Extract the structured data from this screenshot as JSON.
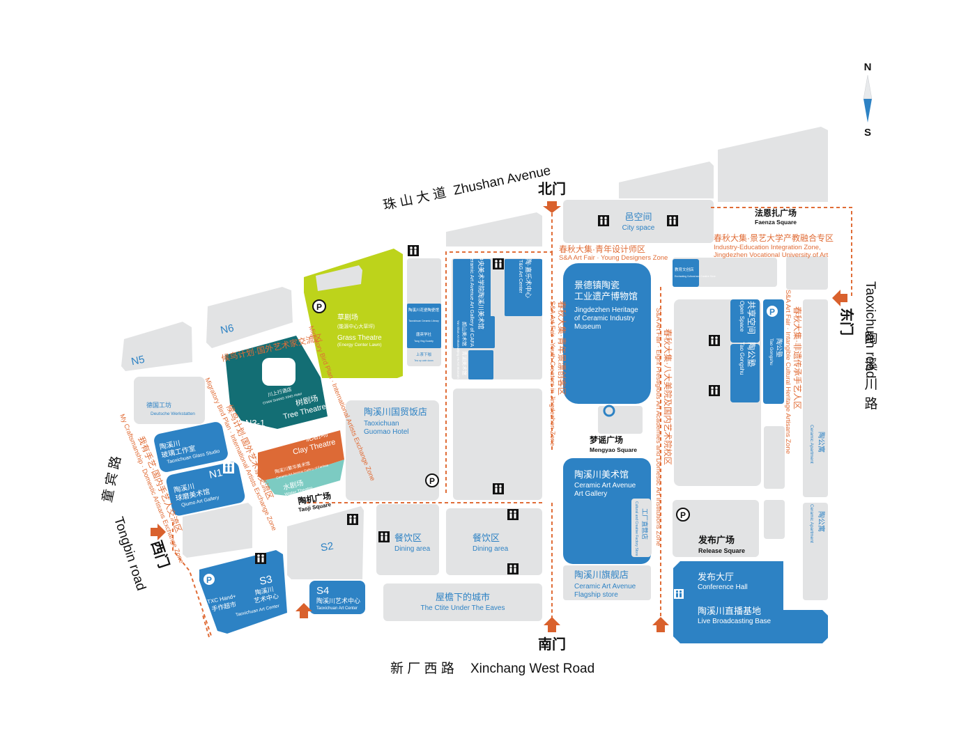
{
  "compass": {
    "north": "N",
    "south": "S"
  },
  "roads": {
    "north_cn": "珠 山 大 道",
    "north_en": "Zhushan Avenue",
    "west_cn": "童 宾 路",
    "west_en": "Tongbin road",
    "east_cn": "陶 溪 川 路",
    "east_en": "Taoxichuan road",
    "south_cn": "新 厂 西 路",
    "south_en": "Xinchang West Road"
  },
  "gates": {
    "north": "北门",
    "south": "南门",
    "east": "东门",
    "west": "西门"
  },
  "zones": {
    "young_cn": "春秋大集·青年设计师区",
    "young_en": "S&A Art Fair · Young Designers Zone",
    "youth_cn": "春秋大集·青年景漂创客区",
    "youth_en": "S&A Art Fair · Youth Creators in Jingdezhen Zone",
    "eight_cn": "春秋大集·八大美院及国内艺术院校区",
    "eight_en": "S&A Art Fair · Eight Prestigious Art Academies and Domestic Art Institutions Zone",
    "heritage_cn": "春秋大集·非遗传承手艺人区",
    "heritage_en": "S&A Art Fair · Intangible Cultural Heritage Artisans Zone",
    "industry_cn": "春秋大集·景艺大学产教融合专区",
    "industry_en1": "Industry-Education Integration Zone,",
    "industry_en2": "Jingdezhen Vocational University of Art",
    "bird1_cn": "候鸟计划·国外艺术家交流区",
    "bird1_en": "Migratory Bird Plan · International Artists Exchange Zone",
    "bird2_cn": "候鸟计划·国外艺术家交流区",
    "bird2_en": "Migratory Bird Plan · International Artists Exchange Zone",
    "craft_cn": "我有手艺·国内手艺人交流区",
    "craft_en": "My Craftsmanship · Domestic Artisans Exchange Zone"
  },
  "blocks": {
    "N5": "N5",
    "N6": "N6",
    "N3_1": "N3-1",
    "N1": "N1",
    "S2": "S2",
    "S3": "S3",
    "S4": "S4"
  },
  "venues": {
    "city_space_cn": "邑空间",
    "city_space_en": "City space",
    "faenza_cn": "法恩扎广场",
    "faenza_en": "Faenza Square",
    "museum_cn1": "景德镇陶瓷",
    "museum_cn2": "工业遗产博物馆",
    "museum_en1": "Jingdezhen Heritage",
    "museum_en2": "of Ceramic Industry",
    "museum_en3": "Museum",
    "mengyao_cn": "梦谣广场",
    "mengyao_en": "Mengyao Square",
    "gallery_cn": "陶溪川美术馆",
    "gallery_en1": "Ceramic Art Avenue",
    "gallery_en2": "Art Gallery",
    "flagship_cn": "陶溪川旗舰店",
    "flagship_en1": "Ceramic Art Avenue",
    "flagship_en2": "Flagship store",
    "cultural_shop_cn": "工厂直营店",
    "cultural_shop_en": "Cultural and Creative Factory Store",
    "release_cn": "发布广场",
    "release_en": "Release Square",
    "conf_cn": "发布大厅",
    "conf_en": "Conference Hall",
    "live_cn": "陶溪川直播基地",
    "live_en": "Live Broadcasting Base",
    "open_cn": "共享空间",
    "open_en": "Open Space",
    "taogong_cn": "陶公塾",
    "taogong_en": "Tao Gongshu",
    "taogong2_cn": "陶公塾",
    "taogong2_en": "Tao Gongshu",
    "apartment_cn": "陶公寓",
    "apartment_en": "Ceramic Apartment",
    "apartment2_cn": "陶公寓",
    "apartment2_en": "Ceramic Apartment",
    "jiaoxue_cn": "教育文创店",
    "jiaoxue_en": "Enchanting Cultural and Creative Store",
    "guomao_cn": "陶溪川国贸饭店",
    "guomao_en1": "Taoxichuan",
    "guomao_en2": "Guomao Hotel",
    "dining_cn": "餐饮区",
    "dining_en": "Dining area",
    "dining2_cn": "餐饮区",
    "dining2_en": "Dining area",
    "eaves_cn": "屋檐下的城市",
    "eaves_en": "The Ctite Under The Eaves",
    "s4_center_cn": "陶溪川艺术中心",
    "s4_center_en": "Taoxichuan Art Center",
    "s3_center_cn1": "陶溪川",
    "s3_center_cn2": "艺术中心",
    "s3_center_en": "Taoxichuan Art Center",
    "hand_cn": "手作超市",
    "hand_en": "TXC Hand+",
    "taoji_cn": "陶机广场",
    "taoji_en": "Taoji Square",
    "clay_cn": "泥剧场",
    "clay_en": "Clay Theatre",
    "water_cn": "水剧场",
    "water_en": "Water Theatre",
    "fanhua_cn": "陶溪川繁华美术馆",
    "fanhua_en": "Ceramic Art Avenue Gallery of Fanhua",
    "tree_cn": "树剧场",
    "tree_en": "Tree Theatre",
    "hotel_cn": "川上行酒店",
    "hotel_en": "CHAN SHANG XING Hotel",
    "grass_cn": "草剧场",
    "grass_cn2": "(能源中心大草坪)",
    "grass_en": "Grass Theatre",
    "grass_en2": "(Energy Center Lawn)",
    "glass_cn": "陶溪川",
    "glass_cn2": "玻璃工作室",
    "glass_en": "Taoxichuan Glass Studio",
    "qiumo_cn": "陶溪川",
    "qiumo_cn2": "球磨美术馆",
    "qiumo_en": "Qiumo Art Gallery",
    "deutsche_cn": "德国工坊",
    "deutsche_en": "Deutsche Werkstatten",
    "caa_cn": "中央美术学院陶溪川美术馆",
    "caa_en": "Ceramic Art Avenue Art Gallery of CAFA",
    "tg_cn": "陶·嘉乐术中心",
    "tg_en": "T&G Art Center",
    "yanshan_cn": "颜山美术馆",
    "yanshan_en": "Yan Shan Art Museum",
    "qinghu_cn": "青湖美术馆",
    "qinghu_en": "Qing Hu Art Museum",
    "huaci_cn": "陶溪川花瓷陶瓷馆",
    "huaci_en": "Taoxichuan Ceramic Library",
    "tangying_cn": "唐英学社",
    "tangying_en": "Tang Ying Society",
    "topcafe_cn": "上茶下咖",
    "topcafe_en": "Tea up cafe down"
  },
  "icons": {
    "parking": "P"
  }
}
